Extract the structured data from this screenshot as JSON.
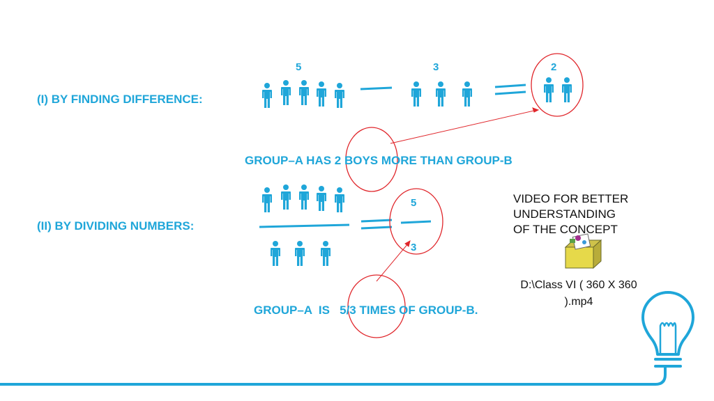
{
  "section1": {
    "heading": "(I) BY FINDING DIFFERENCE:",
    "group_a_count": "5",
    "group_b_count": "3",
    "difference": "2",
    "statement": "GROUP–A HAS 2 BOYS MORE THAN GROUP-B"
  },
  "section2": {
    "heading": "(II) BY DIVIDING NUMBERS:",
    "numerator": "5",
    "denominator": "3",
    "statement": "GROUP–A  IS   5/3 TIMES OF GROUP-B."
  },
  "video": {
    "caption": "VIDEO FOR BETTER\nUNDERSTANDING\nOF THE CONCEPT",
    "file_name": "D:\\Class VI ( 360 X 360 ).mp4",
    "icon": "video-file-icon"
  },
  "decor": {
    "accent_color": "#1fa6d9",
    "highlight_color": "#e0262b",
    "bulb_icon": "lightbulb-icon"
  }
}
